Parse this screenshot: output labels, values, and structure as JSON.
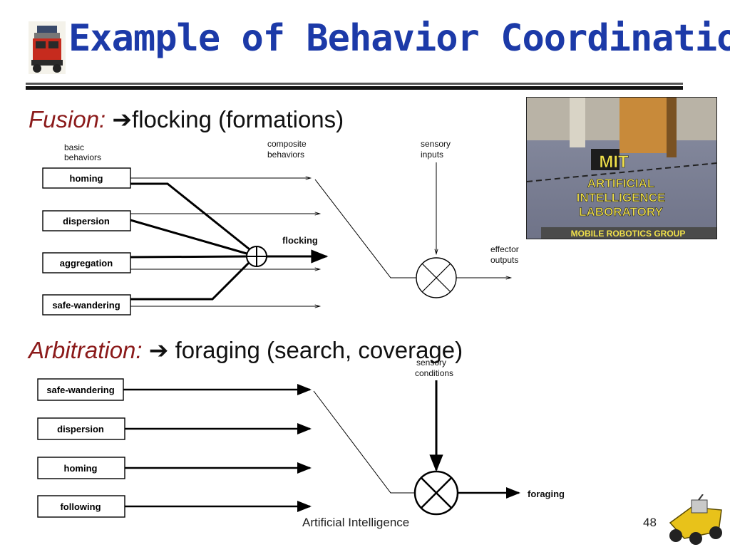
{
  "slide": {
    "title": "Example of Behavior Coordination",
    "footer_center": "Artificial Intelligence",
    "page_number": "48"
  },
  "fusion": {
    "label": "Fusion:",
    "arrow": "➔",
    "text": "flocking (formations)",
    "basic_behaviors_label_1": "basic",
    "basic_behaviors_label_2": "behaviors",
    "composite_behaviors_label_1": "composite",
    "composite_behaviors_label_2": "behaviors",
    "sensory_inputs_label_1": "sensory",
    "sensory_inputs_label_2": "inputs",
    "effector_outputs_label_1": "effector",
    "effector_outputs_label_2": "outputs",
    "flocking_label": "flocking",
    "behaviors": [
      "homing",
      "dispersion",
      "aggregation",
      "safe-wandering"
    ]
  },
  "arbitration": {
    "label": "Arbitration:",
    "arrow": "➔",
    "text": "foraging (search, coverage)",
    "sensory_conditions_label_1": "sensory",
    "sensory_conditions_label_2": "conditions",
    "foraging_label": "foraging",
    "behaviors": [
      "safe-wandering",
      "dispersion",
      "homing",
      "following"
    ]
  },
  "photo": {
    "line1": "MIT",
    "line2": "ARTIFICIAL",
    "line3": "INTELLIGENCE",
    "line4": "LABORATORY",
    "line5": "MOBILE ROBOTICS GROUP"
  },
  "icons": {
    "top_left": "robot-icon",
    "bottom_right": "rover-robot-icon"
  }
}
